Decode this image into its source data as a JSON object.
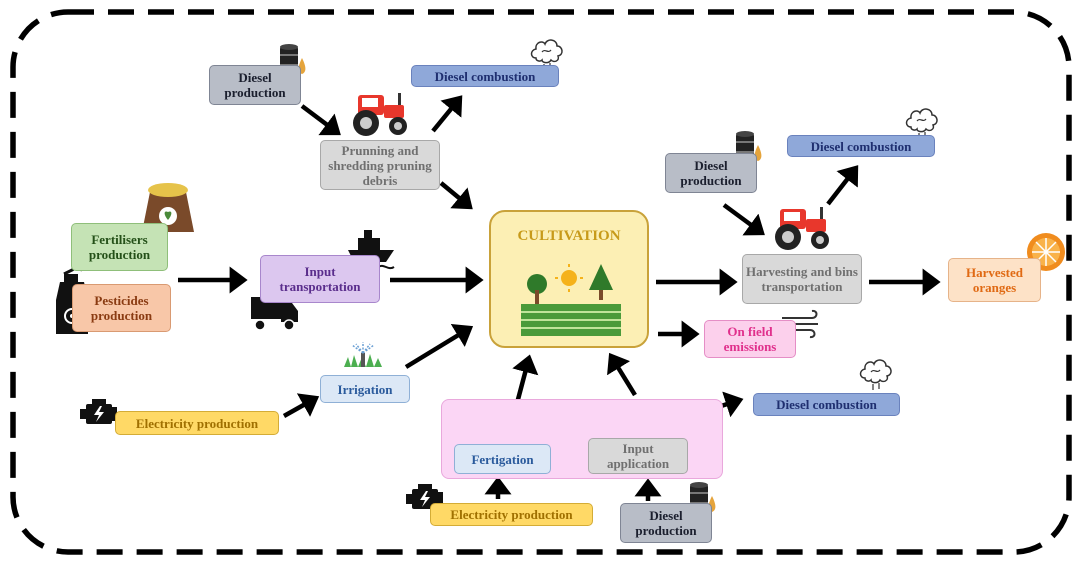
{
  "center": {
    "title": "CULTIVATION"
  },
  "nodes": {
    "diesel_production_1": "Diesel production",
    "diesel_combustion_1": "Diesel combustion",
    "pruning": "Prunning and shredding pruning debris",
    "diesel_production_2": "Diesel production",
    "diesel_combustion_2": "Diesel combustion",
    "harvesting": "Harvesting and bins transportation",
    "harvested_oranges": "Harvested oranges",
    "fertilisers": "Fertilisers production",
    "pesticides": "Pesticides production",
    "input_transportation": "Input transportation",
    "on_field_emissions": "On field emissions",
    "irrigation": "Irrigation",
    "electricity_production_1": "Electricity production",
    "diesel_combustion_3": "Diesel combustion",
    "fertigation": "Fertigation",
    "input_application": "Input application",
    "electricity_production_2": "Electricity production",
    "diesel_production_3": "Diesel production"
  },
  "colors": {
    "arrow": "#000000",
    "border_dash": "#000000",
    "cultivation_fill": "#fcefb4",
    "cultivation_border": "#c9a23a",
    "fertigation_panel": "#fbd6f5"
  },
  "icons": [
    "oil-barrel-icon",
    "tractor-icon",
    "smoke-cloud-icon",
    "fertiliser-bag-icon",
    "spray-bottle-icon",
    "ship-icon",
    "truck-icon",
    "sprinkler-icon",
    "engine-icon",
    "farm-field-icon",
    "wind-icon",
    "orange-fruit-icon"
  ]
}
